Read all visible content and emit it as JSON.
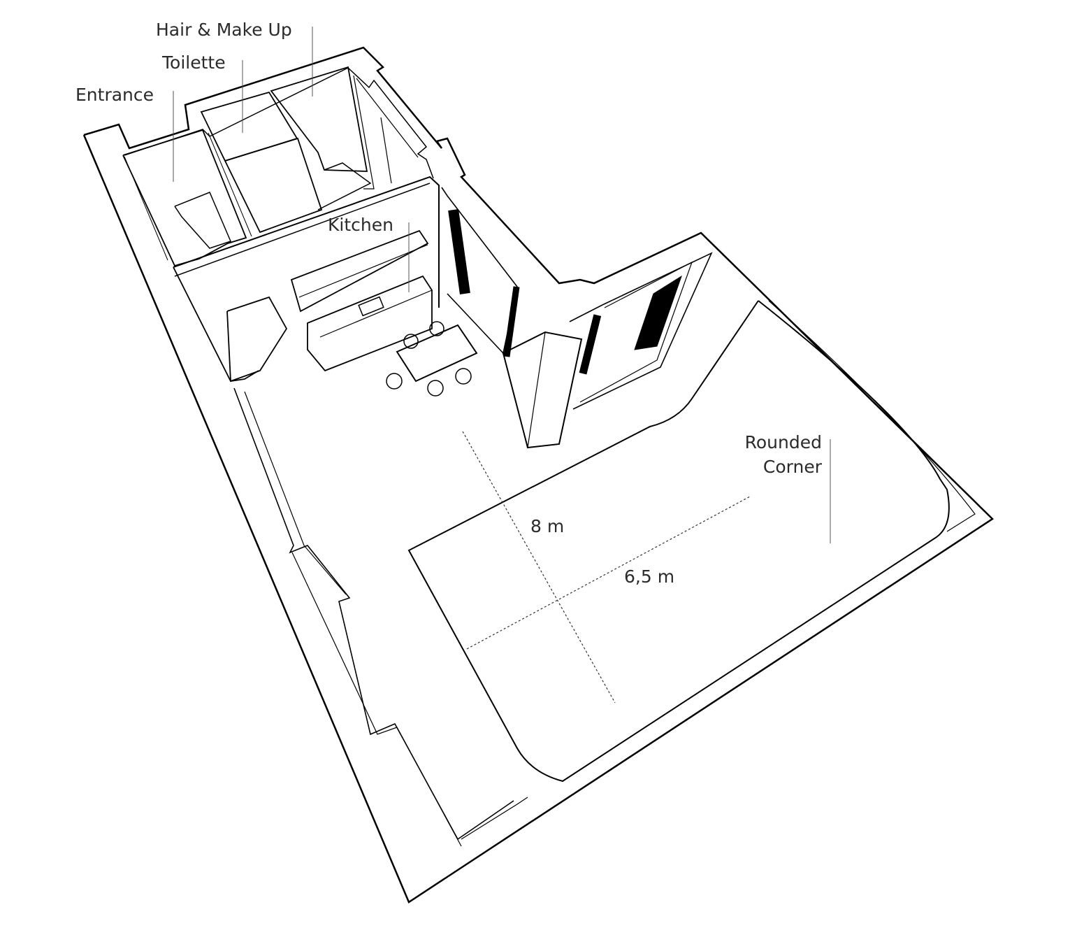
{
  "labels": {
    "hair_makeup": "Hair & Make Up",
    "toilette": "Toilette",
    "entrance": "Entrance",
    "kitchen": "Kitchen",
    "rounded_corner_line1": "Rounded",
    "rounded_corner_line2": "Corner"
  },
  "dimensions": {
    "depth": "8 m",
    "width": "6,5 m"
  },
  "colors": {
    "line": "#000000",
    "text": "#2b2b2b",
    "background": "#ffffff"
  }
}
